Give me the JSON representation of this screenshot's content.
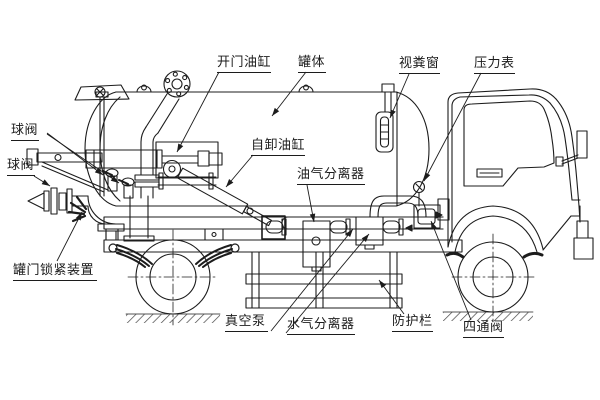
{
  "labels": {
    "door_cylinder": "开门油缸",
    "tank_body": "罐体",
    "sight_window": "视粪窗",
    "pressure_gauge": "压力表",
    "ball_valve_upper": "球阀",
    "ball_valve_lower": "球阀",
    "dump_cylinder": "自卸油缸",
    "oil_gas_separator": "油气分离器",
    "tank_door_lock": "罐门锁紧装置",
    "vacuum_pump": "真空泵",
    "water_gas_separator": "水气分离器",
    "guard_rail": "防护栏",
    "four_way_valve": "四通阀"
  },
  "colors": {
    "line": "#1c1c1c",
    "background": "#ffffff"
  }
}
